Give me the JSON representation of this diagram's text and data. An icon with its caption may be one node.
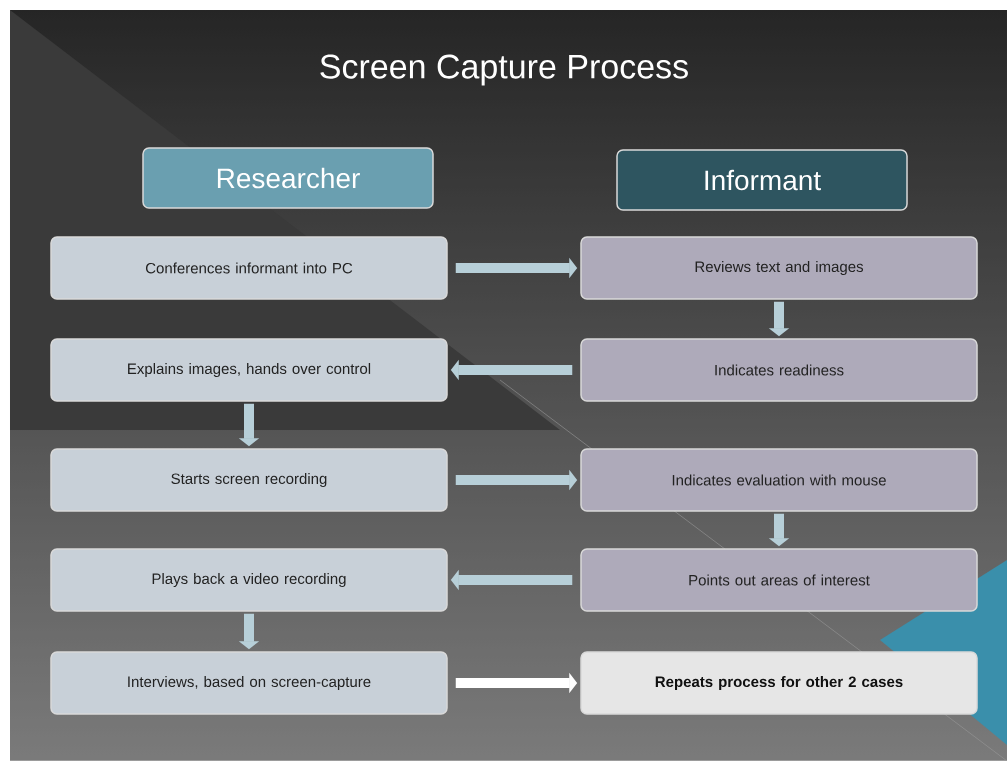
{
  "diagram": {
    "title": "Screen Capture Process",
    "nodes": [
      {
        "text": [
          "Researcher"
        ]
      },
      {
        "text": [
          "Informant"
        ]
      },
      {
        "text": [
          "Conferences informant into PC"
        ]
      },
      {
        "text": [
          "Reviews text and images"
        ]
      },
      {
        "text": [
          "Explains images, hands over control"
        ]
      },
      {
        "text": [
          "Indicates readiness"
        ]
      },
      {
        "text": [
          "Starts screen recording"
        ]
      },
      {
        "text": [
          "Indicates evaluation with mouse"
        ]
      },
      {
        "text": [
          "Plays back a video recording"
        ]
      },
      {
        "text": [
          "Points out areas of interest"
        ]
      },
      {
        "text": [
          "Interviews, based on screen-capture"
        ]
      },
      {
        "text": [
          "Repeats process for other 2 cases"
        ]
      }
    ],
    "edges": [
      {
        "from": 2,
        "to": 3,
        "arrow": "to"
      },
      {
        "from": 3,
        "to": 5,
        "arrow": "to"
      },
      {
        "from": 5,
        "to": 4,
        "arrow": "to"
      },
      {
        "from": 4,
        "to": 6,
        "arrow": "to"
      },
      {
        "from": 6,
        "to": 7,
        "arrow": "to"
      },
      {
        "from": 7,
        "to": 9,
        "arrow": "to"
      },
      {
        "from": 9,
        "to": 8,
        "arrow": "to"
      },
      {
        "from": 8,
        "to": 10,
        "arrow": "to"
      },
      {
        "from": 10,
        "to": 11,
        "arrow": "to",
        "color": "#ffffff"
      }
    ]
  }
}
